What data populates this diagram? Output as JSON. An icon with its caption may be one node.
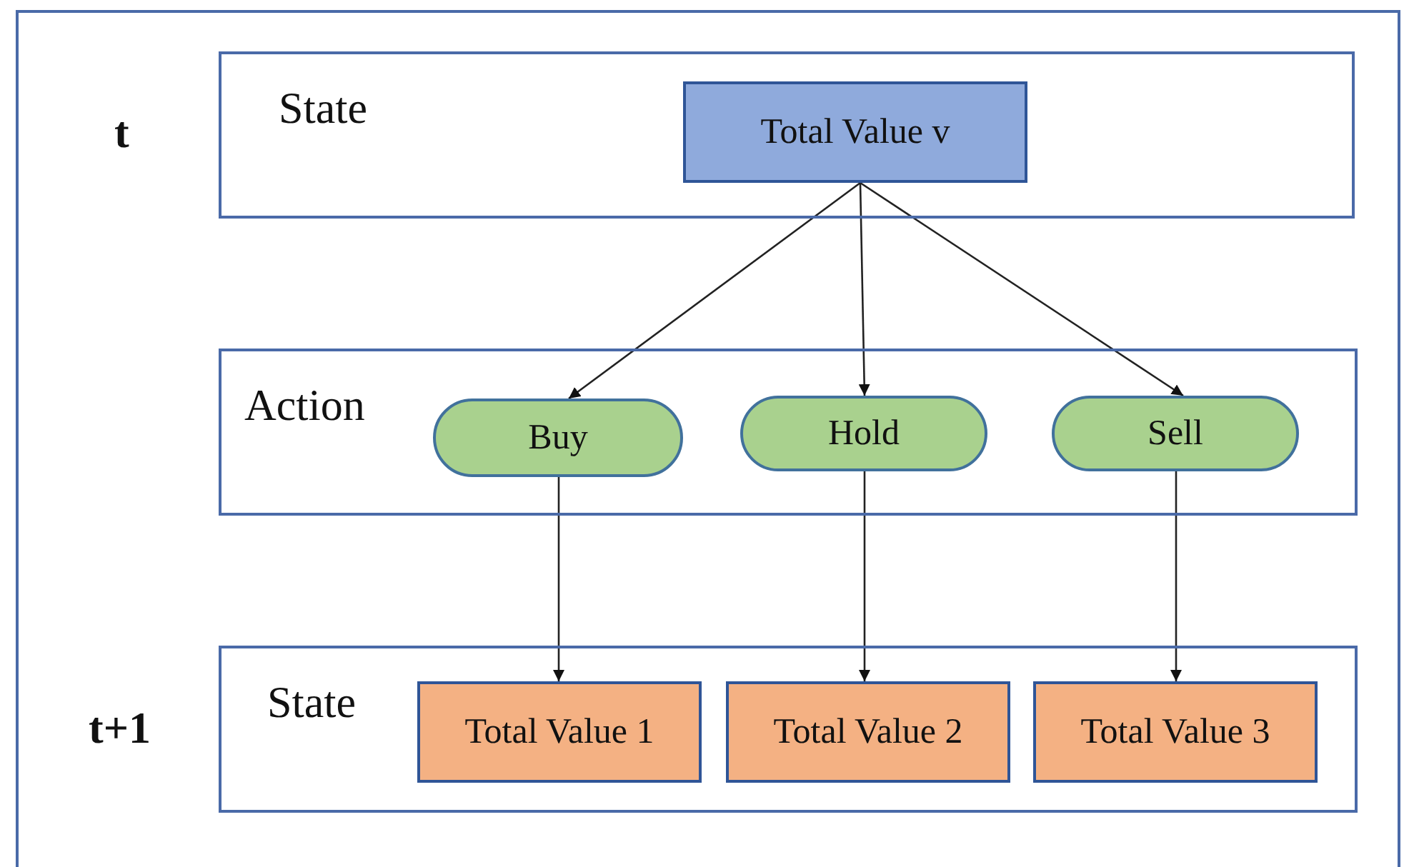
{
  "diagram": {
    "nodes": [
      {
        "text": [
          "State"
        ],
        "beside": [
          "t"
        ]
      },
      {
        "text": [
          "Total Value v"
        ],
        "in": 0
      },
      {
        "text": [
          "Action"
        ]
      },
      {
        "text": [
          "Buy"
        ],
        "in": 2
      },
      {
        "text": [
          "Hold"
        ],
        "in": 2
      },
      {
        "text": [
          "Sell"
        ],
        "in": 2
      },
      {
        "text": [
          "State"
        ],
        "beside": [
          "t+1"
        ]
      },
      {
        "text": [
          "Total Value 1"
        ],
        "in": 6
      },
      {
        "text": [
          "Total Value 2"
        ],
        "in": 6
      },
      {
        "text": [
          "Total Value 3"
        ],
        "in": 6
      }
    ],
    "edges": [
      {
        "from": 1,
        "to": 3,
        "arrow": "to"
      },
      {
        "from": 1,
        "to": 4,
        "arrow": "to"
      },
      {
        "from": 1,
        "to": 5,
        "arrow": "to"
      },
      {
        "from": 3,
        "to": 7,
        "arrow": "to"
      },
      {
        "from": 4,
        "to": 8,
        "arrow": "to"
      },
      {
        "from": 5,
        "to": 9,
        "arrow": "to"
      }
    ]
  }
}
